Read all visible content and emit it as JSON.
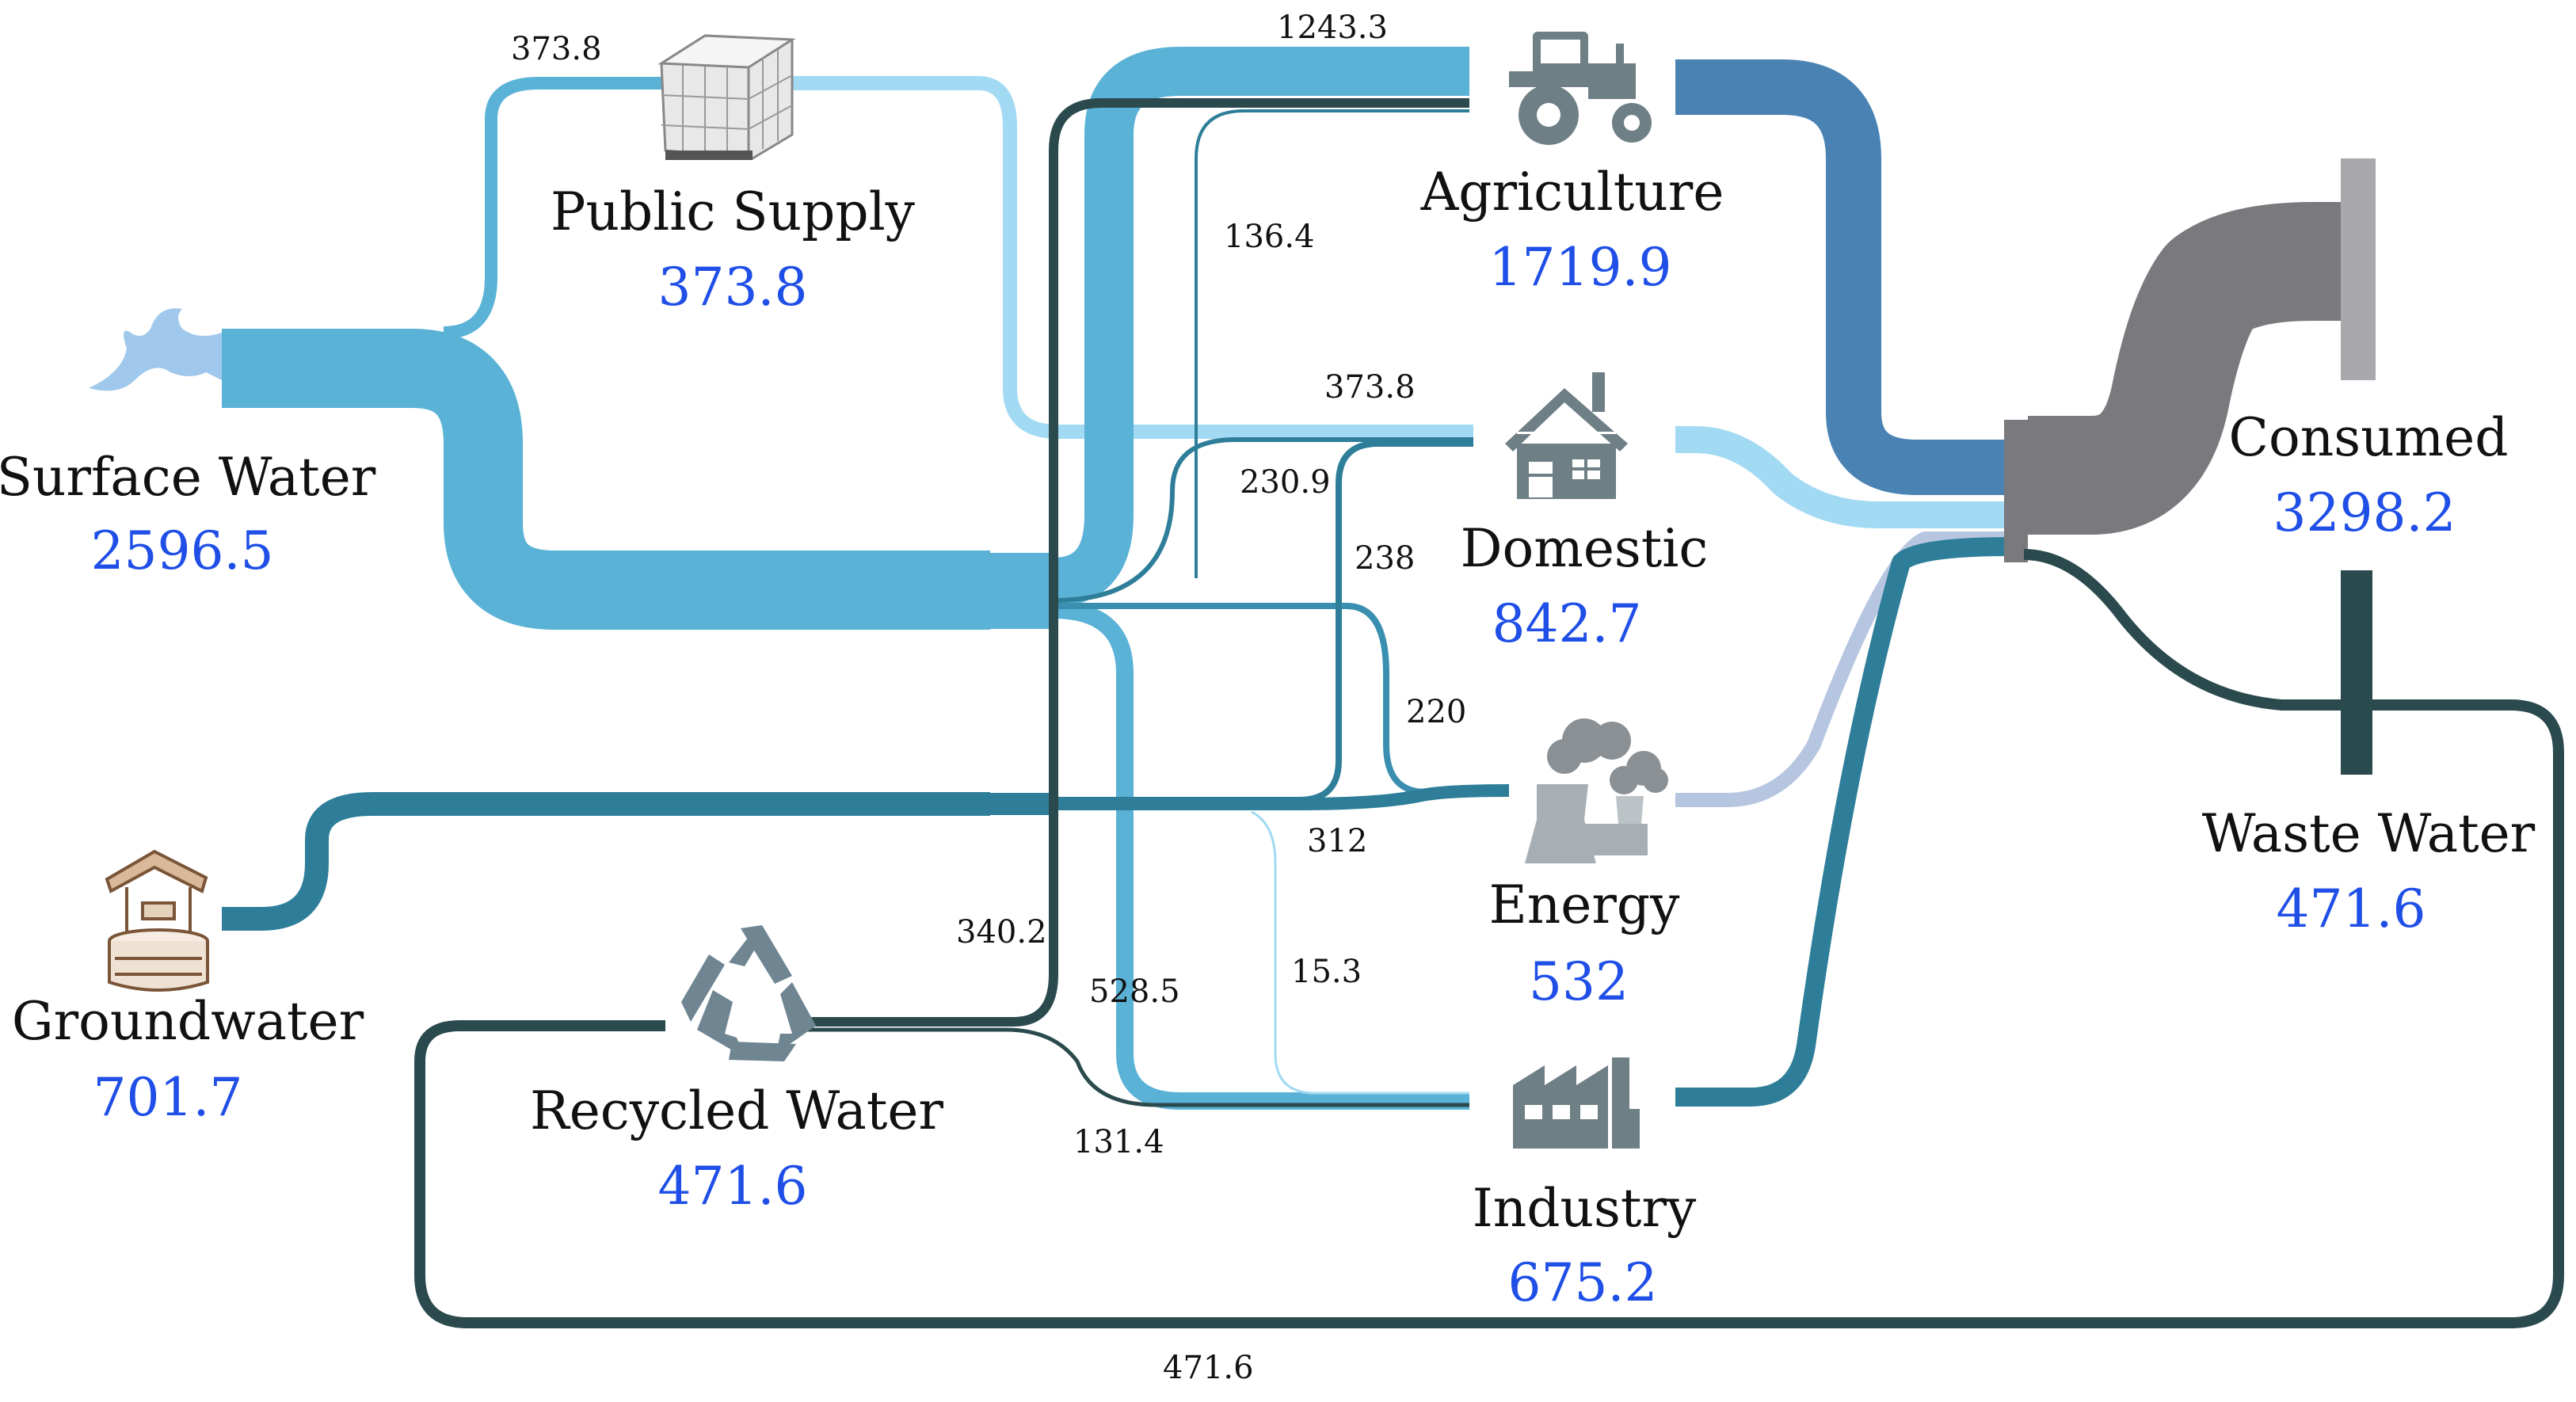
{
  "nodes": {
    "surface_water": {
      "label": "Surface Water",
      "value": "2596.5"
    },
    "public_supply": {
      "label": "Public Supply",
      "value": "373.8"
    },
    "groundwater": {
      "label": "Groundwater",
      "value": "701.7"
    },
    "recycled_water": {
      "label": "Recycled Water",
      "value": "471.6"
    },
    "agriculture": {
      "label": "Agriculture",
      "value": "1719.9"
    },
    "domestic": {
      "label": "Domestic",
      "value": "842.7"
    },
    "energy": {
      "label": "Energy",
      "value": "532"
    },
    "industry": {
      "label": "Industry",
      "value": "675.2"
    },
    "consumed": {
      "label": "Consumed",
      "value": "3298.2"
    },
    "waste_water": {
      "label": "Waste Water",
      "value": "471.6"
    }
  },
  "flows": {
    "surface_to_public": "373.8",
    "surface_to_agriculture": "1243.3",
    "recycled_to_agriculture_a": "136.4",
    "public_to_domestic": "373.8",
    "surface_to_domestic": "230.9",
    "ground_to_domestic": "238",
    "surface_to_energy": "220",
    "ground_to_energy": "312",
    "recycled_to_agriculture_b": "340.2",
    "surface_to_industry": "528.5",
    "ground_to_industry": "15.3",
    "recycled_to_industry": "131.4",
    "waste_to_recycled": "471.6"
  },
  "colors": {
    "surface": "#5ab2d6",
    "light": "#a3daf3",
    "mid": "#3a8fb0",
    "teal": "#2e7e99",
    "dark": "#2b4a4e",
    "agri": "#4a83b3",
    "energy_out": "#b7c6e0",
    "consumed": "#7a797d",
    "label_blue": "#1f4fe6"
  }
}
